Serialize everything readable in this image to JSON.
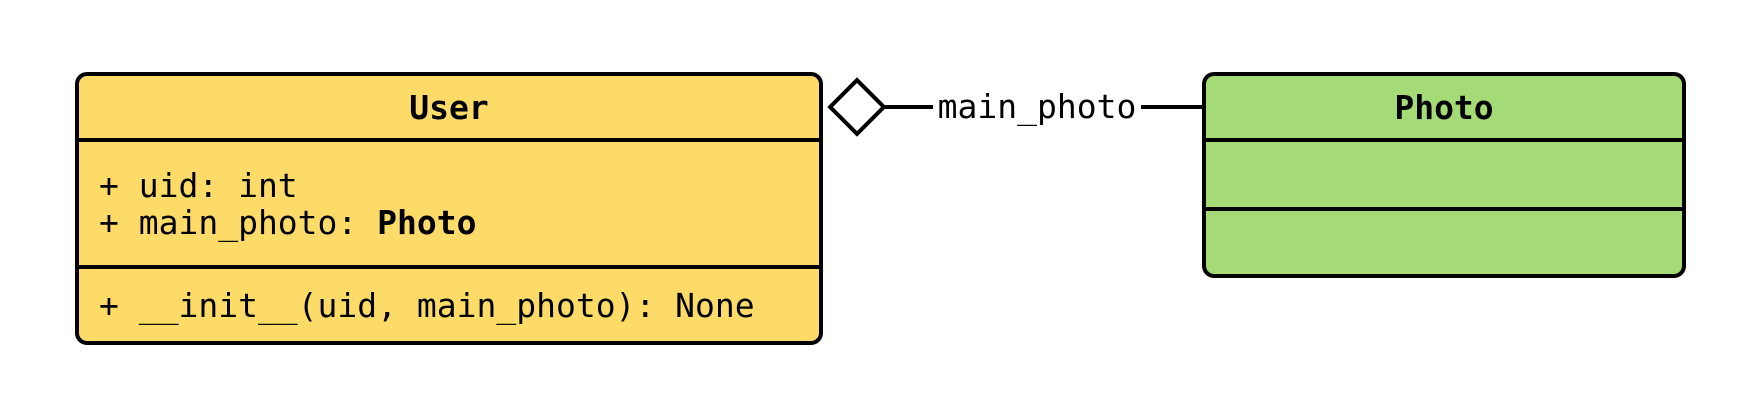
{
  "diagram": {
    "classes": [
      {
        "id": "user",
        "title": "User",
        "fill": "#FCDB69",
        "attributes": [
          {
            "text": "+ uid: int",
            "bold": ""
          },
          {
            "text": "+ main_photo: ",
            "bold": "Photo"
          }
        ],
        "methods": [
          {
            "text": "+ __init__(uid, main_photo): None"
          }
        ]
      },
      {
        "id": "photo",
        "title": "Photo",
        "fill": "#A4DB76",
        "attributes": [],
        "methods": []
      }
    ],
    "relationship": {
      "type": "aggregation",
      "diamond_icon": "hollow-diamond",
      "label": "main_photo",
      "from": "User",
      "to": "Photo"
    },
    "colors": {
      "user_fill": "#FCDB69",
      "photo_fill": "#A4DB76",
      "stroke": "#000000",
      "background": "#FFFFFF"
    }
  }
}
